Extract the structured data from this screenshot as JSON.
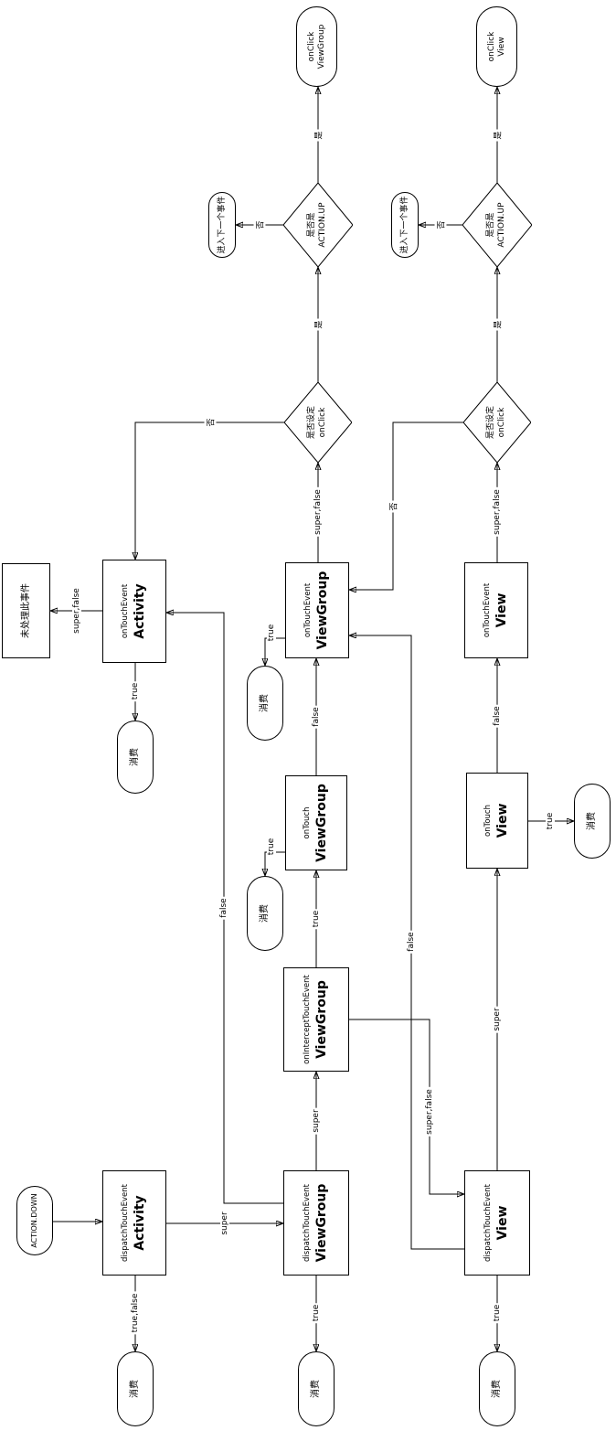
{
  "diagram": {
    "title_hint": "Android touch event dispatch flowchart",
    "nodes": {
      "start": "ACTION.DOWN",
      "consume": "消费",
      "unhandled": "未处理此事件",
      "next_event": "进入下一个事件",
      "activity_dispatch": {
        "method": "dispatchTouchEvent",
        "cls": "Activity"
      },
      "activity_ontouchevent": {
        "method": "onTouchEvent",
        "cls": "Activity"
      },
      "viewgroup_dispatch": {
        "method": "dispatchTouchEvent",
        "cls": "ViewGroup"
      },
      "viewgroup_onintercept": {
        "method": "onInterceptTouchEvent",
        "cls": "ViewGroup"
      },
      "viewgroup_ontouch": {
        "method": "onTouch",
        "cls": "ViewGroup"
      },
      "viewgroup_ontouchevent": {
        "method": "onTouchEvent",
        "cls": "ViewGroup"
      },
      "view_dispatch": {
        "method": "dispatchTouchEvent",
        "cls": "View"
      },
      "view_ontouch": {
        "method": "onTouch",
        "cls": "View"
      },
      "view_ontouchevent": {
        "method": "onTouchEvent",
        "cls": "View"
      },
      "onclick_viewgroup": {
        "line1": "onClick",
        "line2": "ViewGroup"
      },
      "onclick_view": {
        "line1": "onClick",
        "line2": "View"
      },
      "decide_onclick": {
        "line1": "是否设定",
        "line2": "onClick"
      },
      "decide_actionup": {
        "line1": "是否是",
        "line2": "ACTION.UP"
      }
    },
    "edge_labels": {
      "true": "true",
      "false": "false",
      "super": "super",
      "true_false": "true,false",
      "super_false": "super,false",
      "yes": "是",
      "no": "否"
    }
  }
}
